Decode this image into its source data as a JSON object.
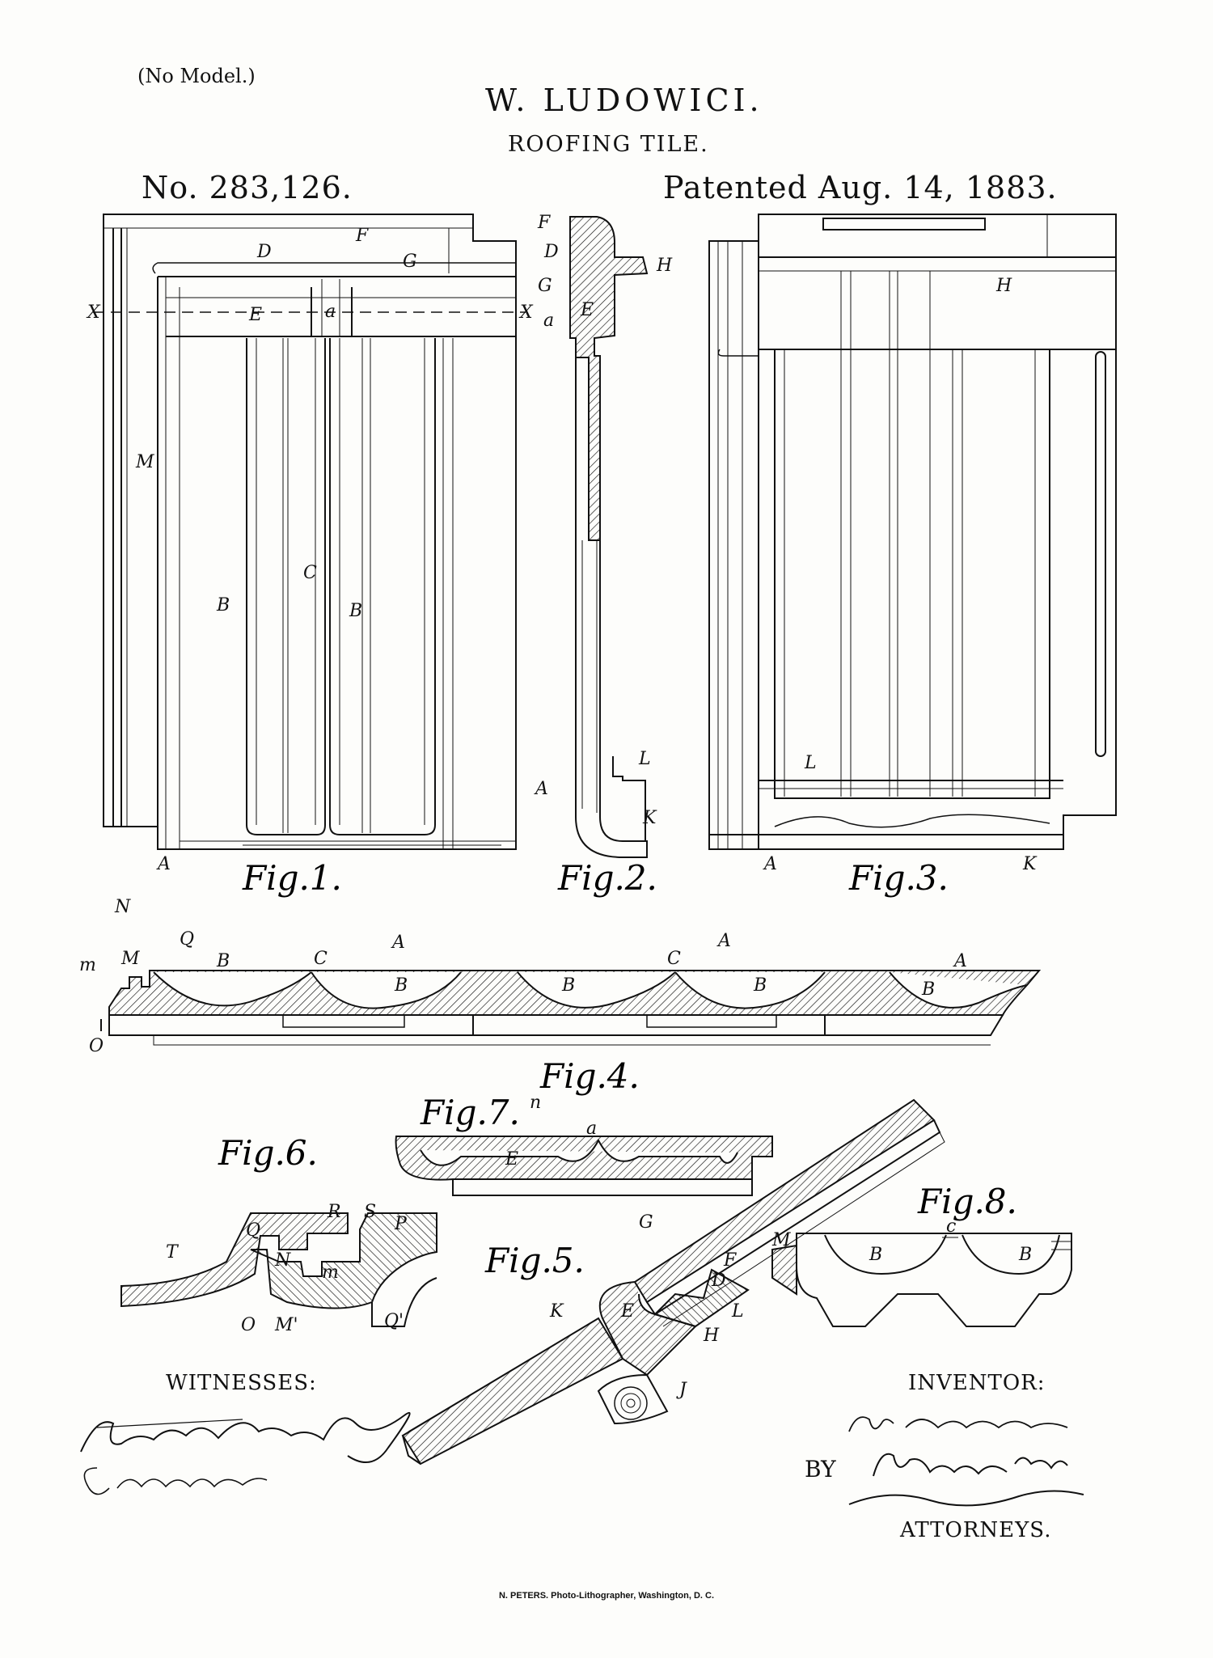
{
  "header": {
    "no_model": "(No Model.)",
    "inventor": "W. LUDOWICI.",
    "title": "ROOFING TILE.",
    "patent_number": "No. 283,126.",
    "patent_date": "Patented Aug. 14, 1883."
  },
  "figures": {
    "fig1": "Fig.1.",
    "fig2": "Fig.2.",
    "fig3": "Fig.3.",
    "fig4": "Fig.4.",
    "fig5": "Fig.5.",
    "fig6": "Fig.6.",
    "fig7": "Fig.7.",
    "fig8": "Fig.8."
  },
  "reference_letters": {
    "fig1": {
      "D": "D",
      "F": "F",
      "G": "G",
      "X_left": "X",
      "X_right": "X",
      "E": "E",
      "a": "a",
      "M": "M",
      "B_left": "B",
      "C": "C",
      "B_right": "B",
      "A_right": "A",
      "A_bottom": "A"
    },
    "fig2": {
      "F": "F",
      "D": "D",
      "G": "G",
      "H": "H",
      "E": "E",
      "a": "a",
      "L": "L",
      "K": "K"
    },
    "fig3": {
      "H": "H",
      "L": "L",
      "A": "A",
      "K": "K"
    },
    "fig4": {
      "N": "N",
      "m": "m",
      "M": "M",
      "Q": "Q",
      "B1": "B",
      "C1": "C",
      "A1": "A",
      "B2": "B",
      "B3": "B",
      "C2": "C",
      "A2": "A",
      "B4": "B",
      "A3": "A",
      "B5": "B",
      "O": "O"
    },
    "fig6": {
      "Q": "Q",
      "R": "R",
      "S": "S",
      "P": "P",
      "T": "T",
      "N": "N",
      "m": "m",
      "O": "O",
      "M1": "M'",
      "Q1": "Q'"
    },
    "fig7": {
      "n": "n",
      "E": "E",
      "a": "a"
    },
    "fig5": {
      "G": "G",
      "D": "D",
      "F": "F",
      "K": "K",
      "E": "E",
      "L": "L",
      "H": "H",
      "J": "J"
    },
    "fig8": {
      "c": "c",
      "M": "M",
      "B1": "B",
      "B2": "B"
    }
  },
  "signatures": {
    "witnesses_label": "WITNESSES:",
    "witness_1": "Theo. G. Hoster",
    "witness_2": "C. Sedgwick",
    "inventor_label": "INVENTOR:",
    "inventor_signature": "W. Ludowici",
    "by_label": "BY",
    "attorney_signature": "Munn & Co",
    "attorneys_label": "ATTORNEYS."
  },
  "footer": {
    "lithographer": "N. PETERS. Photo-Lithographer, Washington, D. C."
  }
}
